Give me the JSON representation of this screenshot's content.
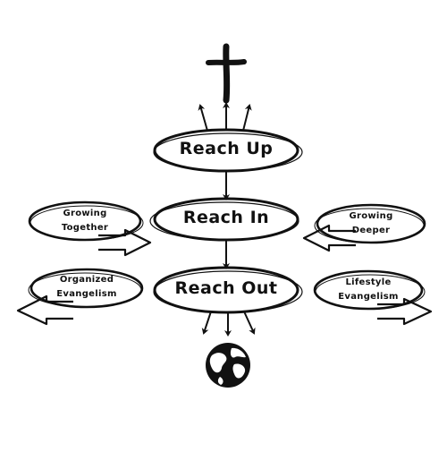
{
  "diagram": {
    "main_nodes": {
      "reach_up": "Reach Up",
      "reach_in": "Reach In",
      "reach_out": "Reach Out"
    },
    "side_nodes": {
      "growing_together": [
        "Growing",
        "Together"
      ],
      "growing_deeper": [
        "Growing",
        "Deeper"
      ],
      "organized_evangelism": [
        "Organized",
        "Evangelism"
      ],
      "lifestyle_evangelism": [
        "Lifestyle",
        "Evangelism"
      ]
    },
    "icons": {
      "top": "cross-icon",
      "bottom": "globe-icon"
    },
    "colors": {
      "ink": "#111111",
      "background": "#ffffff"
    }
  }
}
